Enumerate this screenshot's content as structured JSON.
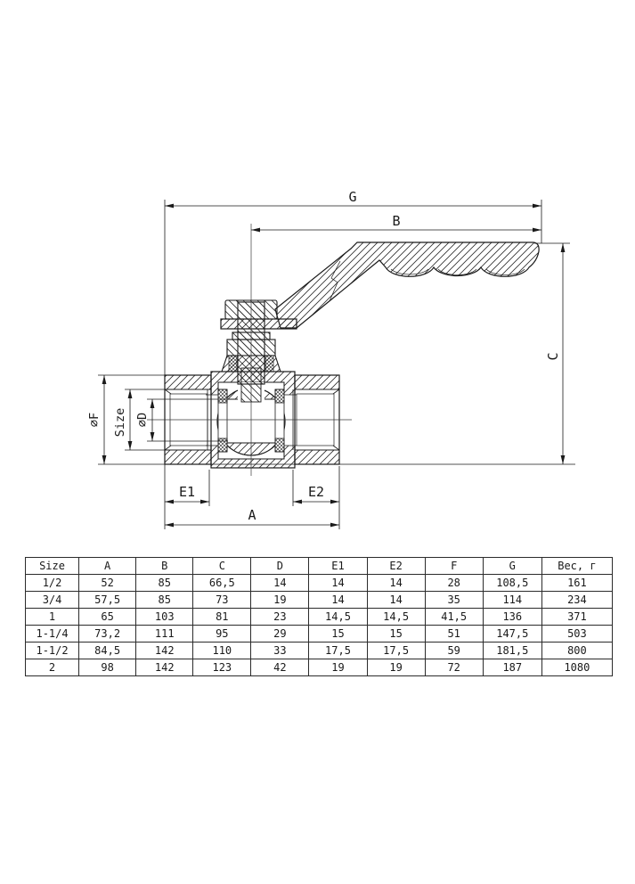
{
  "drawing": {
    "title": "ball-valve-cross-section",
    "labels": {
      "g": "G",
      "b": "B",
      "c": "C",
      "f": "∅F",
      "size": "Size",
      "d": "∅D",
      "e1": "E1",
      "e2": "E2",
      "a": "A"
    }
  },
  "table": {
    "headers": [
      "Size",
      "A",
      "B",
      "C",
      "D",
      "E1",
      "E2",
      "F",
      "G",
      "Вес, г"
    ],
    "rows": [
      [
        "1/2",
        "52",
        "85",
        "66,5",
        "14",
        "14",
        "14",
        "28",
        "108,5",
        "161"
      ],
      [
        "3/4",
        "57,5",
        "85",
        "73",
        "19",
        "14",
        "14",
        "35",
        "114",
        "234"
      ],
      [
        "1",
        "65",
        "103",
        "81",
        "23",
        "14,5",
        "14,5",
        "41,5",
        "136",
        "371"
      ],
      [
        "1-1/4",
        "73,2",
        "111",
        "95",
        "29",
        "15",
        "15",
        "51",
        "147,5",
        "503"
      ],
      [
        "1-1/2",
        "84,5",
        "142",
        "110",
        "33",
        "17,5",
        "17,5",
        "59",
        "181,5",
        "800"
      ],
      [
        "2",
        "98",
        "142",
        "123",
        "42",
        "19",
        "19",
        "72",
        "187",
        "1080"
      ]
    ]
  },
  "colors": {
    "line": "#1a1a1a",
    "background": "#ffffff"
  }
}
